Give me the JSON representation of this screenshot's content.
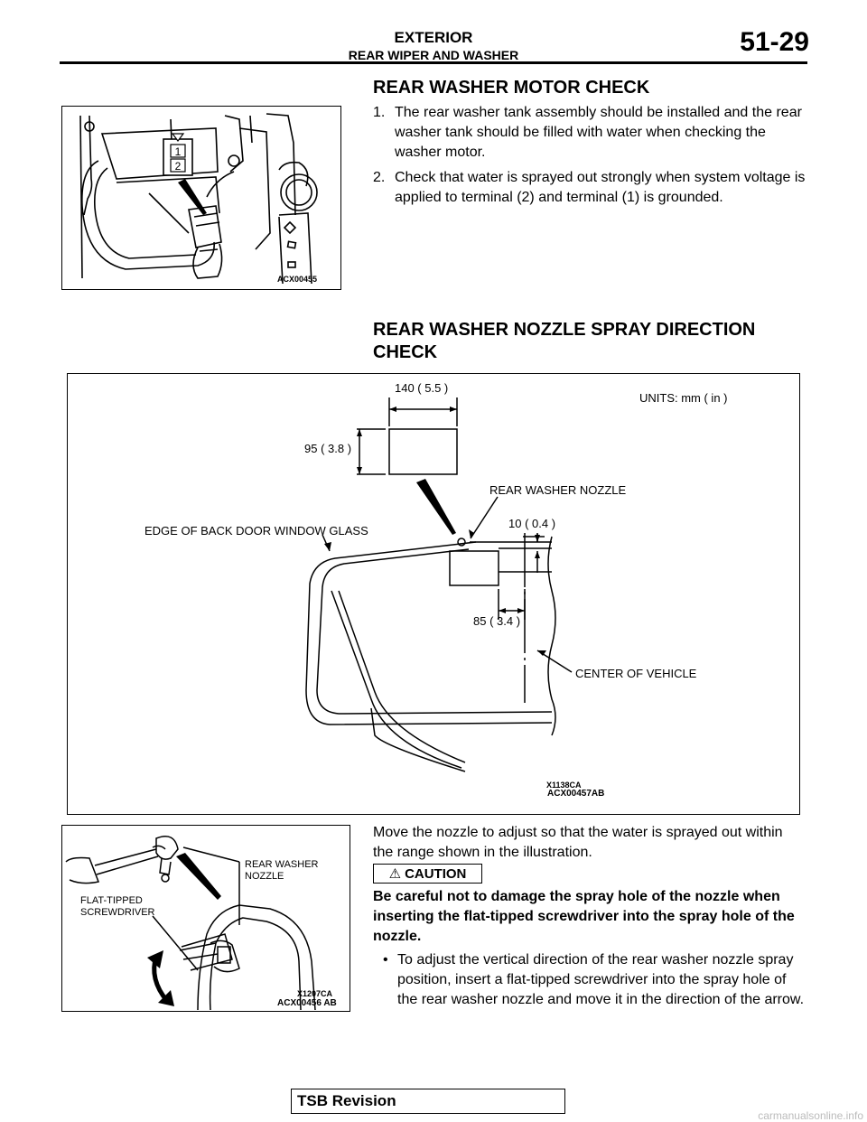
{
  "header": {
    "title": "EXTERIOR",
    "subtitle": "REAR WIPER AND WASHER",
    "page_number": "51-29"
  },
  "section1": {
    "heading": "REAR WASHER MOTOR CHECK",
    "steps": [
      {
        "num": "1.",
        "text": "The rear washer tank assembly should be installed and the rear washer tank should be filled with water when checking the washer motor."
      },
      {
        "num": "2.",
        "text": "Check that water is sprayed out strongly when system voltage is applied to terminal (2) and terminal (1) is grounded."
      }
    ],
    "figure": {
      "code": "ACX00455",
      "terminal_1": "1",
      "terminal_2": "2"
    }
  },
  "section2": {
    "heading_line1": "REAR WASHER NOZZLE SPRAY DIRECTION",
    "heading_line2": "CHECK",
    "figure": {
      "dim_width": "140 ( 5.5 )",
      "dim_height": "95 ( 3.8 )",
      "units": "UNITS: mm ( in )",
      "label_nozzle": "REAR WASHER NOZZLE",
      "label_edge": "EDGE OF BACK DOOR WINDOW GLASS",
      "dim_10": "10 ( 0.4 )",
      "dim_85": "85 ( 3.4 )",
      "label_center": "CENTER OF VEHICLE",
      "code_1": "X1138CA",
      "code_2": "ACX00457AB"
    }
  },
  "section3": {
    "paragraph": "Move the nozzle to adjust so that the water is sprayed out within the range shown in the illustration.",
    "caution_label": "CAUTION",
    "caution_text": "Be careful not to damage the spray hole of the nozzle when inserting the flat-tipped screwdriver into the spray hole of the nozzle.",
    "bullet": "To adjust the vertical direction of the rear washer nozzle spray position, insert a flat-tipped screwdriver into the spray hole of the rear washer nozzle and move it in the direction of the arrow.",
    "figure": {
      "label_nozzle_1": "REAR WASHER",
      "label_nozzle_2": "NOZZLE",
      "label_screwdriver_1": "FLAT-TIPPED",
      "label_screwdriver_2": "SCREWDRIVER",
      "code_1": "X1207CA",
      "code_2": "ACX00456 AB"
    }
  },
  "footer": {
    "label": "TSB Revision"
  },
  "watermark": "carmanualsonline.info"
}
